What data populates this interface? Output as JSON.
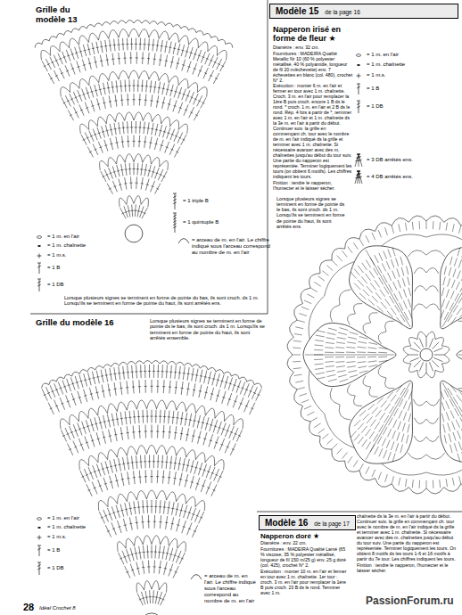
{
  "diagram": {
    "nodes": [
      {
        "text": [
          "Modèle 15",
          "de la page 16"
        ]
      },
      {
        "text": [
          "Modèle 16",
          "de la page 17"
        ]
      }
    ],
    "labels": [
      "Grille du modèle 13",
      "Lorsque plusieurs signes se terminent en forme de pointe du bas, ils sont croch. ds 1 m. Lorsqu'ils se terminent en forme de pointe du haut, ils sont arrêtés ens.",
      "Grille du modèle 16",
      "Lorsque plusieurs signes se terminent en forme de pointe ds le bas, ils sont croch. ds 1 m. Lorsqu'ils se terminent en forme de pointe du haut, ils sont arrêtés ensemble.",
      "Napperon irisé en forme de fleur ★",
      "Diamètre : env. 32 cm.",
      "Fournitures : MADEIRA Qualité Metallic Nr 10 (60 % polyester métallisé, 40 % polyamide, longueur de fil 20 m/échevette) env. 7 échevettes en blanc (col. 480), crochet N° 2.",
      "Exécution : monter 6 m. en l'air et fermer en tour avec 1 m. chaînette. Croch. 3 m. en l'air pour remplacer la 1ère B puis croch. encore 1 B ds le rond. * croch. 1 m. en l'air et 2 B ds le rond. Rép. 4 fois à partir de *, terminer avec 1 m. en l'air et 1 m. chaînette ds la 3e m. en l'air à partir du début. Continuer suiv. la grille en commençant ch. tour avec le nombre de m. en l'air indiqué ds la grille et terminer avec 1 m. chaînette. Si nécessaire avancer avec des m. chaînettes jusqu'au début du tour suiv. Une partie du napperon est représentée. Terminer logiquement les tours (on obtient 6 motifs). Les chiffres indiquent les tours.",
      "Finition : tendre le napperon, l'humecter et le laisser sécher.",
      "Lorsque plusieurs signes se terminent en forme de pointe ds le bas, ils sont croch. ds 1 m. Lorsqu'ils se terminent en forme de pointe du haut, ils sont arrêtés ens.",
      "Napperon doré ★",
      "Diamètre : env. 22 cm.",
      "Fournitures : MADEIRA Qualité Lamé (65 % viscose, 35 % polyester métallisé, longueur de fil 150 m/25 g) env. 25 g doré (col. 425), crochet N° 2.",
      "Exécution : monter 10 m. en l'air et fermer en tour avec 1 m. chaînette. 1er tour : croch. 3 m. en l'air pour remplacer la 1ère B puis croch. 23 B ds le rond. Terminer avec 1 m.",
      "chaînette ds la 3e m. en l'air à partir du début. Continuer suiv. la grille en commençant ch. tour avec le nombre de m. en l'air indiqué ds la grille et terminer avec 1 m. chaînette. Si nécessaire avancer avec des m. chaînettes jusqu'au début du tour suiv. Une partie du napperon est représentée. Terminer logiquement les tours. On obtient 8 motifs ds les tours 1-6 et 16 motifs à partir du 7e tour. Les chiffres indiquent les tours.",
      "Finition : tendre le napperon, l'humecter et le laisser sécher.",
      "28",
      "Idéal Crochet 8",
      "PassionForum.ru"
    ],
    "legend": [
      {
        "text": "= 1 m. en l'air"
      },
      {
        "text": "= 1 m. chaînette"
      },
      {
        "text": "= 1 m.s."
      },
      {
        "text": "= 1 B"
      },
      {
        "text": "= 1 DB"
      },
      {
        "text": "= 1 triple B"
      },
      {
        "text": "= 1 quintuple B"
      },
      {
        "text": "= arceau de m. en l'air. Le chiffre indiqué sous l'arceau correspond au nombre de m. en l'air"
      },
      {
        "text": "= 1 m. en l'air"
      },
      {
        "text": "= 1 m. chaînette"
      },
      {
        "text": "= 1 m.s."
      },
      {
        "text": "= 1 B"
      },
      {
        "text": "= 1 DB"
      },
      {
        "text": "= 3 DB arrêtés ens."
      },
      {
        "text": "= 4 DB arrêtés ens."
      },
      {
        "text": "= 1 m. en l'air"
      },
      {
        "text": "= 1 m. chaînette"
      },
      {
        "text": "= 1 m.s."
      },
      {
        "text": "= 1 B"
      },
      {
        "text": "= 1 DB"
      },
      {
        "text": "= arceau de m. en l'air. Le chiffre indiqué sous l'arceau correspond au nombre de m. en l'air"
      }
    ]
  }
}
